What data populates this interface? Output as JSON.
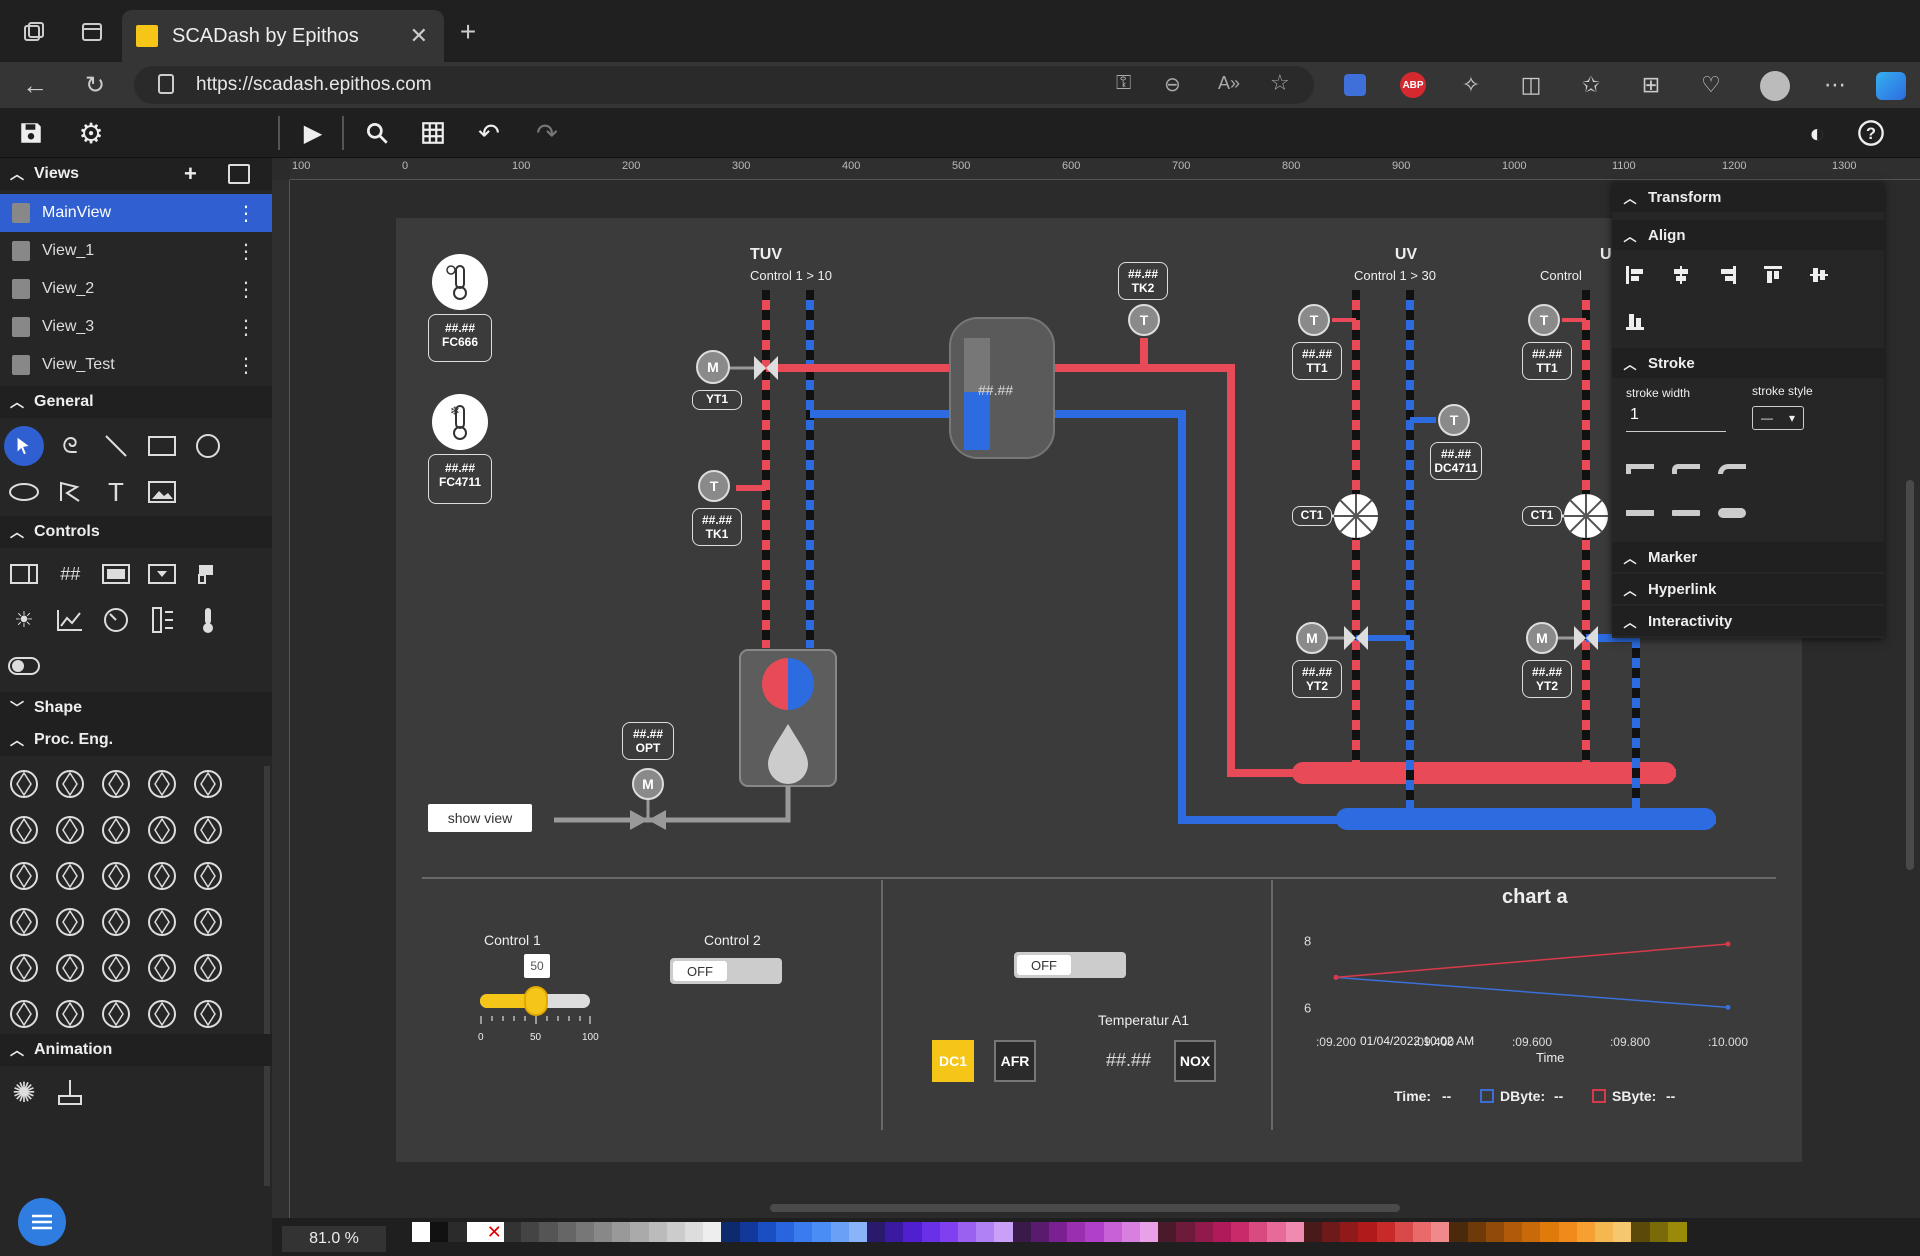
{
  "browser": {
    "tab_title": "SCADash by Epithos",
    "url": "https://scadash.epithos.com"
  },
  "sidebar": {
    "views_title": "Views",
    "views": [
      "MainView",
      "View_1",
      "View_2",
      "View_3",
      "View_Test"
    ],
    "sections": {
      "general": "General",
      "controls": "Controls",
      "shape": "Shape",
      "proc_eng": "Proc. Eng.",
      "animation": "Animation"
    }
  },
  "ruler": {
    "top": [
      "100",
      "0",
      "100",
      "200",
      "300",
      "400",
      "500",
      "600",
      "700",
      "800",
      "900",
      "1000",
      "1100",
      "1200",
      "1300"
    ]
  },
  "diagram": {
    "tuv_title": "TUV",
    "tuv_sub": "Control 1 > 10",
    "uv_title": "UV",
    "uv_sub": "Control 1 > 30",
    "u_title": "U",
    "u_sub": "Control",
    "placeholder": "##.##",
    "tags": {
      "fc666": "FC666",
      "fc4711": "FC4711",
      "yt1": "YT1",
      "tk1": "TK1",
      "tk2": "TK2",
      "opt": "OPT",
      "tt1": "TT1",
      "dc4711": "DC4711",
      "yt2": "YT2",
      "ct1": "CT1"
    },
    "m_label": "M",
    "t_label": "T",
    "show_view": "show view"
  },
  "controls_panel": {
    "control1_label": "Control 1",
    "control1_value": "50",
    "slider_ticks": [
      "0",
      "50",
      "100"
    ],
    "control2_label": "Control 2",
    "control2_state": "OFF",
    "toggle3_state": "OFF",
    "temp_label": "Temperatur A1",
    "temp_value": "##.##",
    "btn_dc1": "DC1",
    "btn_afr": "AFR",
    "btn_nox": "NOX"
  },
  "chart_data": {
    "type": "line",
    "title": "chart a",
    "xlabel": "Time",
    "x_ticks": [
      ":09.200",
      ":09.400",
      ":09.600",
      ":09.800",
      ":10.000"
    ],
    "x_date": "01/04/2022 10:02 AM",
    "y_ticks": [
      "6",
      "8"
    ],
    "series": [
      {
        "name": "DByte",
        "color": "#3a6fd8",
        "x": [
          9.2,
          10.0
        ],
        "y": [
          6.9,
          6.0
        ]
      },
      {
        "name": "SByte",
        "color": "#d83a4a",
        "x": [
          9.2,
          10.0
        ],
        "y": [
          6.9,
          7.9
        ]
      }
    ],
    "legend": {
      "time_label": "Time:",
      "time_value": "--",
      "dbyte": "DByte:",
      "dbyte_value": "--",
      "sbyte": "SByte:",
      "sbyte_value": "--"
    }
  },
  "properties": {
    "transform": "Transform",
    "align": "Align",
    "stroke": "Stroke",
    "stroke_width_label": "stroke width",
    "stroke_width_value": "1",
    "stroke_style_label": "stroke style",
    "marker": "Marker",
    "hyperlink": "Hyperlink",
    "interactivity": "Interactivity"
  },
  "status": {
    "zoom": "81.0 %"
  },
  "colors": {
    "accent": "#2f5fd0",
    "hot": "#e94a58",
    "cold": "#2c6be0",
    "yellow": "#f5c518"
  }
}
